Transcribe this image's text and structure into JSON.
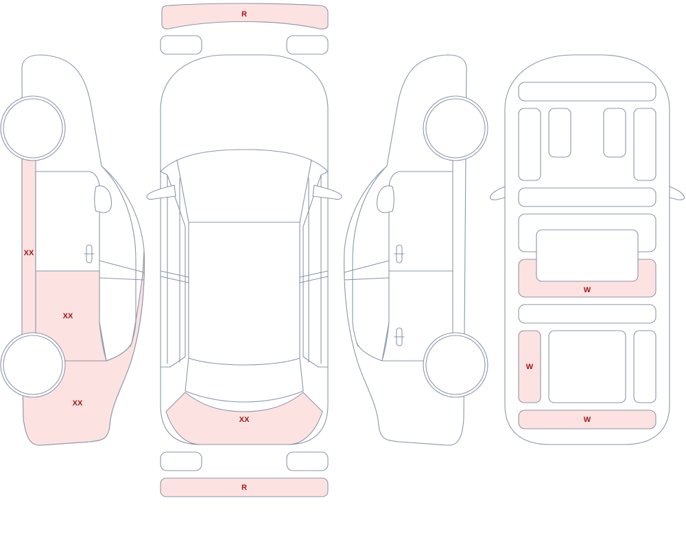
{
  "colors": {
    "outline": "#8a95a8",
    "damage_fill": "#fde2e2",
    "label": "#a01616",
    "background": "#ffffff"
  },
  "views": [
    "left-side",
    "top",
    "right-side",
    "interior"
  ],
  "damage_markers": {
    "front_bumper": "R",
    "rear_bumper": "R",
    "left_rocker": "XX",
    "left_rear_door": "XX",
    "left_rear_quarter": "XX",
    "rear_hatch": "XX",
    "interior_row2_seat": "W",
    "interior_left_rear_panel": "W",
    "interior_cargo_floor": "W"
  }
}
